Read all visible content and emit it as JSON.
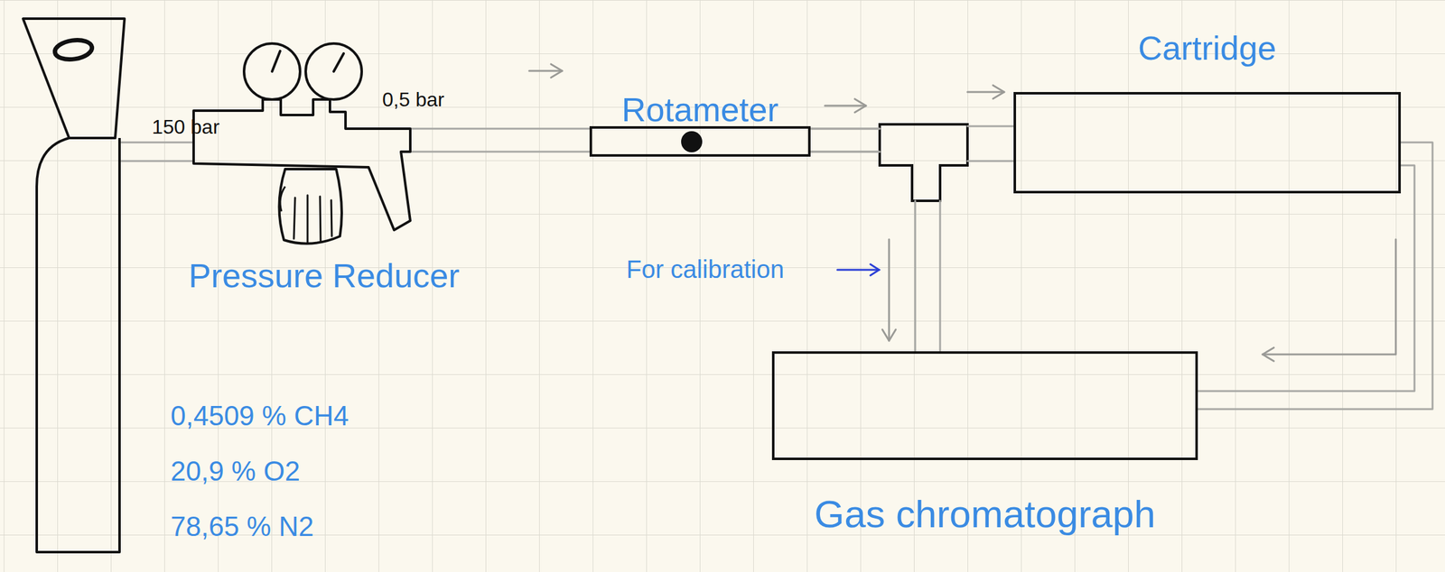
{
  "diagram": {
    "nodes": [
      {
        "text": [
          "0,4509 % CH4",
          "20,9 % O2",
          "78,65 % N2"
        ]
      },
      {
        "text": [
          "Pressure Reducer"
        ]
      },
      {
        "text": [
          "Rotameter"
        ]
      },
      {
        "text": [
          "Cartridge"
        ]
      },
      {
        "text": [
          "Gas chromatograph"
        ]
      }
    ],
    "edges": [
      {
        "from": 0,
        "to": 1,
        "arrow": "none"
      },
      {
        "from": 1,
        "to": 2,
        "arrow": "to"
      },
      {
        "from": 2,
        "to": 3,
        "arrow": "to"
      },
      {
        "from": 2,
        "to": 4,
        "arrow": "to"
      },
      {
        "from": 3,
        "to": 4,
        "arrow": "to"
      }
    ],
    "labels": [
      "150 bar",
      "0,5 bar",
      "For calibration"
    ]
  }
}
